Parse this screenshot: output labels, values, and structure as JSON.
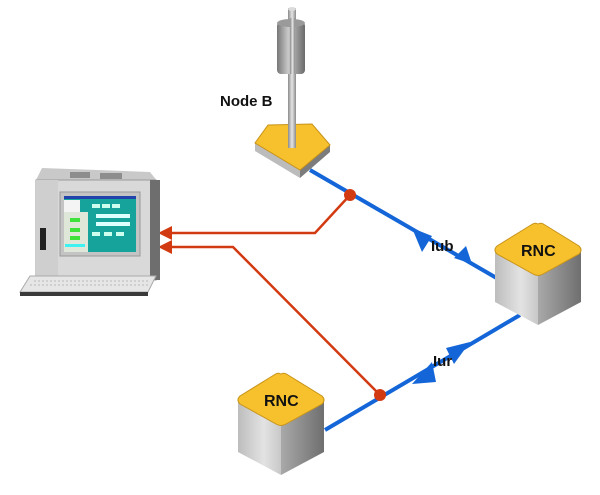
{
  "diagram": {
    "nodes": [
      {
        "id": "node-b",
        "label": "Node B",
        "type": "base-station-antenna"
      },
      {
        "id": "rnc-serving",
        "label": "RNC",
        "type": "radio-network-controller"
      },
      {
        "id": "rnc-drift",
        "label": "RNC",
        "type": "radio-network-controller"
      },
      {
        "id": "analyzer",
        "label": "",
        "type": "protocol-analyzer-computer"
      }
    ],
    "interfaces": [
      {
        "label": "Iub",
        "from": "node-b",
        "to": "rnc-serving"
      },
      {
        "label": "Iur",
        "from": "rnc-serving",
        "to": "rnc-drift"
      }
    ],
    "monitor_taps": [
      {
        "on": "Iub",
        "to": "analyzer"
      },
      {
        "on": "Iur",
        "to": "analyzer"
      }
    ],
    "colors": {
      "interface_line": "#1466d8",
      "monitor_line": "#d23a12",
      "node_top": "#f6c12c",
      "node_side": "#cfcfcf"
    }
  }
}
